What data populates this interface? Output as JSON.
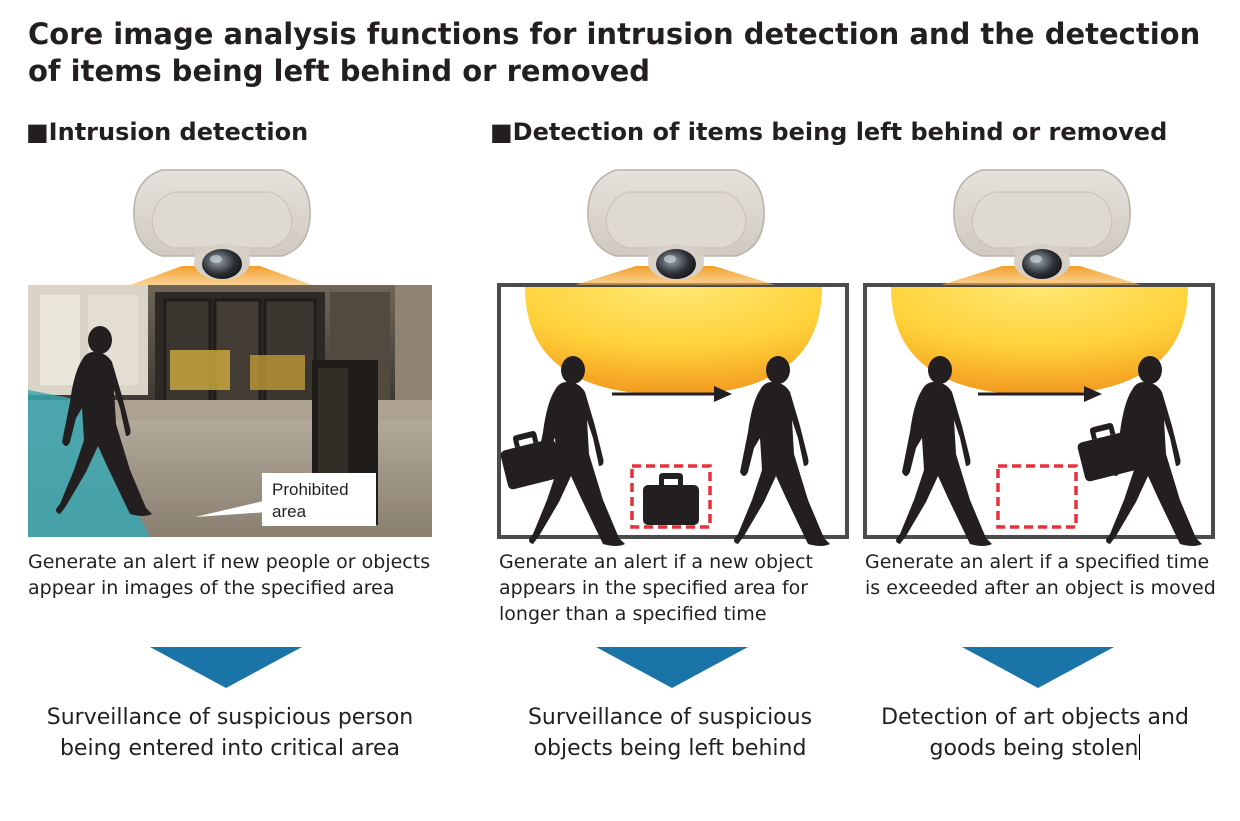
{
  "title": "Core image analysis functions for intrusion detection and the detection of items being left behind or removed",
  "sections": {
    "intrusion": "■Intrusion detection",
    "left_behind": "■Detection of items being left behind or removed"
  },
  "panels": [
    {
      "callout_line1": "Prohibited",
      "callout_line2": "area",
      "description": "Generate an alert if new people or objects appear in images of the specified area",
      "result": "Surveillance of suspicious person being entered into critical area"
    },
    {
      "description": "Generate an alert if a new object appears in the specified area for longer than a specified time",
      "result": "Surveillance of suspicious objects being left behind"
    },
    {
      "description": "Generate an alert if a specified time is exceeded after an object is moved",
      "result": "Detection of art objects and goods being stolen"
    }
  ],
  "colors": {
    "arrow_blue": "#1a74a8",
    "frame": "#4b4b4b",
    "dashed_box": "#e8303a",
    "cone_center": "#ffe873",
    "cone_edge": "#f39a1e",
    "floor_teal": "#3aa6b0",
    "silhouette": "#231f20"
  },
  "icons": [
    "dome-camera-icon",
    "person-silhouette-icon",
    "briefcase-icon",
    "motion-arrow-icon",
    "down-triangle-icon"
  ]
}
